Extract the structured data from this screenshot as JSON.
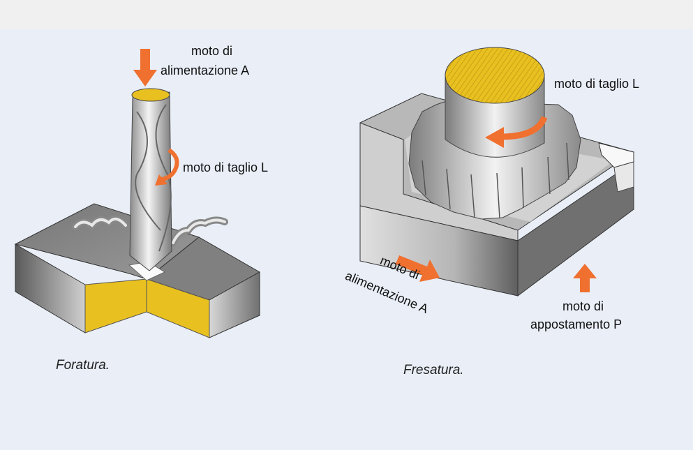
{
  "drilling": {
    "label_feed_line1": "moto di",
    "label_feed_line2": "alimentazione A",
    "label_cut": "moto di taglio L",
    "caption": "Foratura."
  },
  "milling": {
    "label_cut": "moto di taglio L",
    "label_feed_line1": "moto di",
    "label_feed_line2": "alimentazione A",
    "label_set_line1": "moto di",
    "label_set_line2": "appostamento P",
    "caption": "Fresatura."
  },
  "colors": {
    "arrow": "#f07030",
    "cut_face": "#e8c020",
    "metal_dark": "#6f6f6f",
    "metal_light": "#e4e4e4"
  }
}
